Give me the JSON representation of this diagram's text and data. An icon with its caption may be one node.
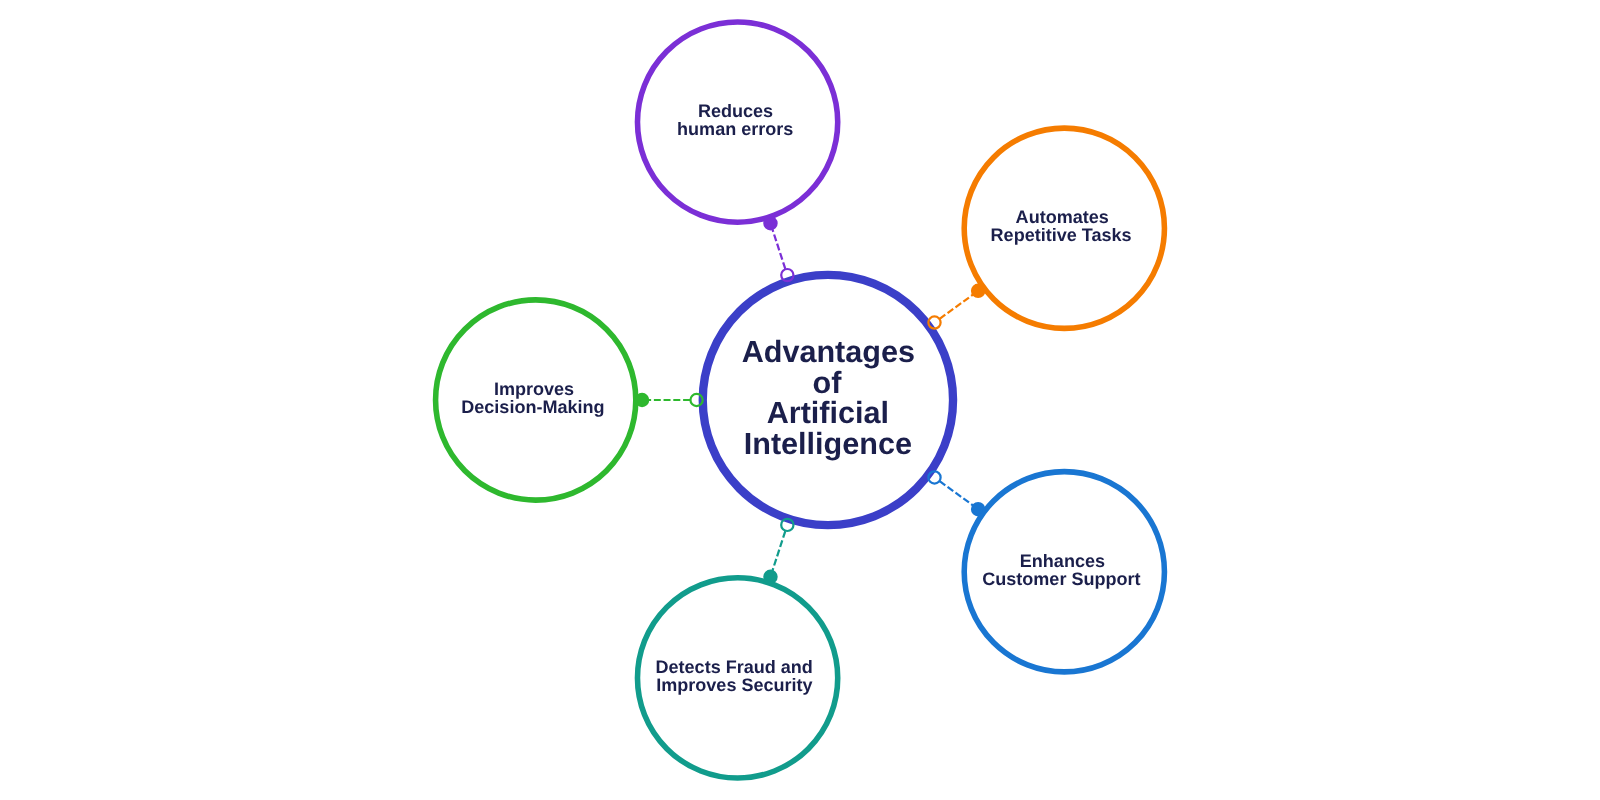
{
  "diagram": {
    "nodes": [
      {
        "text": [
          "Advantages of Artificial Intelligence"
        ]
      },
      {
        "text": [
          "Reduces human errors"
        ]
      },
      {
        "text": [
          "Automates Repetitive Tasks"
        ]
      },
      {
        "text": [
          "Improves Decision-Making"
        ]
      },
      {
        "text": [
          "Enhances Customer Support"
        ]
      },
      {
        "text": [
          "Detects Fraud and Improves Security"
        ]
      }
    ],
    "edges": [
      {
        "from": 0,
        "to": 1,
        "arrow": "other",
        "style": "dashed",
        "color": "#7b2fd6"
      },
      {
        "from": 0,
        "to": 2,
        "arrow": "other",
        "style": "dashed",
        "color": "#f57c00"
      },
      {
        "from": 0,
        "to": 3,
        "arrow": "other",
        "style": "dashed",
        "color": "#2eb82e"
      },
      {
        "from": 0,
        "to": 4,
        "arrow": "other",
        "style": "dashed",
        "color": "#1976d2"
      },
      {
        "from": 0,
        "to": 5,
        "arrow": "other",
        "style": "dashed",
        "color": "#119c8c"
      }
    ]
  }
}
